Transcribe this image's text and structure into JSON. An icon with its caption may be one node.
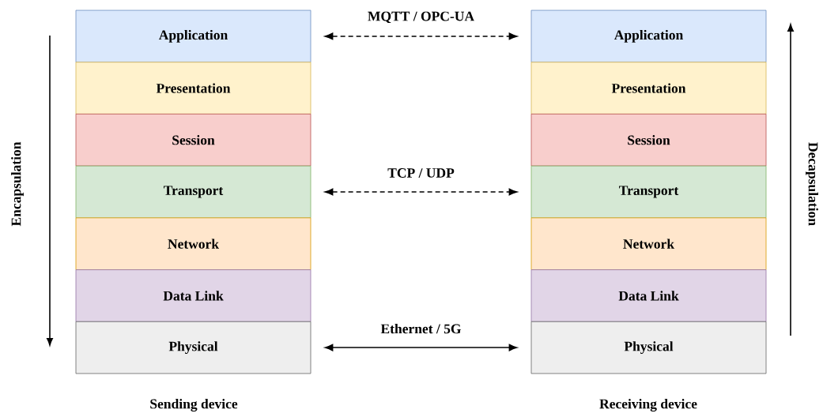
{
  "diagram": {
    "nodes": [
      {
        "text": [
          "Application"
        ]
      },
      {
        "text": [
          "Presentation"
        ]
      },
      {
        "text": [
          "Session"
        ]
      },
      {
        "text": [
          "Transport"
        ]
      },
      {
        "text": [
          "Network"
        ]
      },
      {
        "text": [
          "Data Link"
        ]
      },
      {
        "text": [
          "Physical"
        ]
      },
      {
        "text": [
          "Application"
        ]
      },
      {
        "text": [
          "Presentation"
        ]
      },
      {
        "text": [
          "Session"
        ]
      },
      {
        "text": [
          "Transport"
        ]
      },
      {
        "text": [
          "Network"
        ]
      },
      {
        "text": [
          "Data Link"
        ]
      },
      {
        "text": [
          "Physical"
        ]
      }
    ],
    "edges": [
      {
        "from": 0,
        "to": 7,
        "arrow": "both",
        "label": "MQTT / OPC-UA",
        "style": "dashed"
      },
      {
        "from": 3,
        "to": 10,
        "arrow": "both",
        "label": "TCP / UDP",
        "style": "dashed"
      },
      {
        "from": 6,
        "to": 13,
        "arrow": "both",
        "label": "Ethernet / 5G"
      }
    ],
    "labels": [
      "Encapsulation",
      "Decapsulation",
      "Sending device",
      "Receiving device"
    ]
  }
}
